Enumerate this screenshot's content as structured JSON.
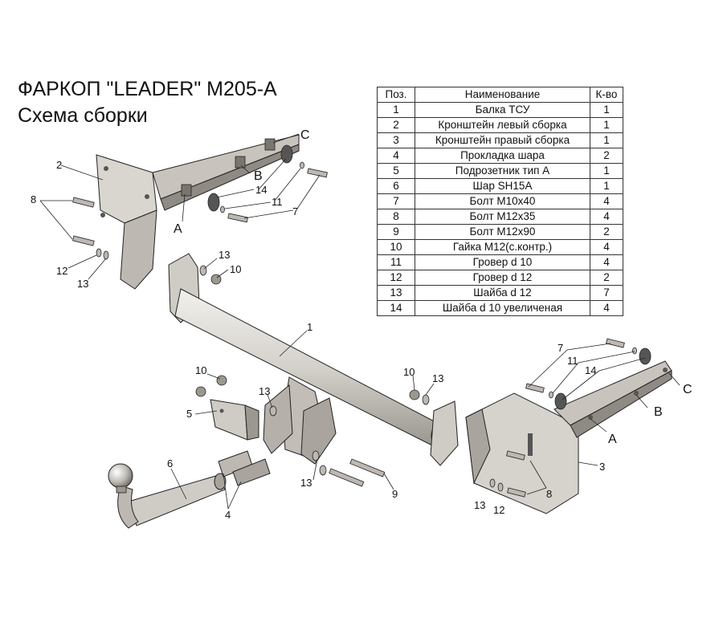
{
  "title": {
    "line1": "ФАРКОП \"LEADER\" M205-A",
    "line2": "Схема сборки"
  },
  "table": {
    "headers": [
      "Поз.",
      "Наименование",
      "К-во"
    ],
    "rows": [
      [
        "1",
        "Балка ТСУ",
        "1"
      ],
      [
        "2",
        "Кронштейн левый сборка",
        "1"
      ],
      [
        "3",
        "Кронштейн правый сборка",
        "1"
      ],
      [
        "4",
        "Прокладка шара",
        "2"
      ],
      [
        "5",
        "Подрозетник тип А",
        "1"
      ],
      [
        "6",
        "Шар SH15A",
        "1"
      ],
      [
        "7",
        "Болт M10x40",
        "4"
      ],
      [
        "8",
        "Болт M12x35",
        "4"
      ],
      [
        "9",
        "Болт M12x90",
        "2"
      ],
      [
        "10",
        "Гайка M12(с.контр.)",
        "4"
      ],
      [
        "11",
        "Гровер d 10",
        "4"
      ],
      [
        "12",
        "Гровер d 12",
        "2"
      ],
      [
        "13",
        "Шайба d 12",
        "7"
      ],
      [
        "14",
        "Шайба d 10 увеличеная",
        "4"
      ]
    ]
  },
  "callouts": {
    "p1": "1",
    "p2": "2",
    "p3": "3",
    "p4": "4",
    "p5": "5",
    "p6": "6",
    "p7": "7",
    "p8": "8",
    "p9": "9",
    "p10": "10",
    "p11": "11",
    "p12": "12",
    "p13": "13",
    "p14": "14",
    "a": "A",
    "b": "B",
    "c": "C"
  },
  "colors": {
    "part_fill": "#cfccc6",
    "part_shadow": "#9c9890",
    "part_dark": "#6f6b66",
    "line": "#222222"
  }
}
